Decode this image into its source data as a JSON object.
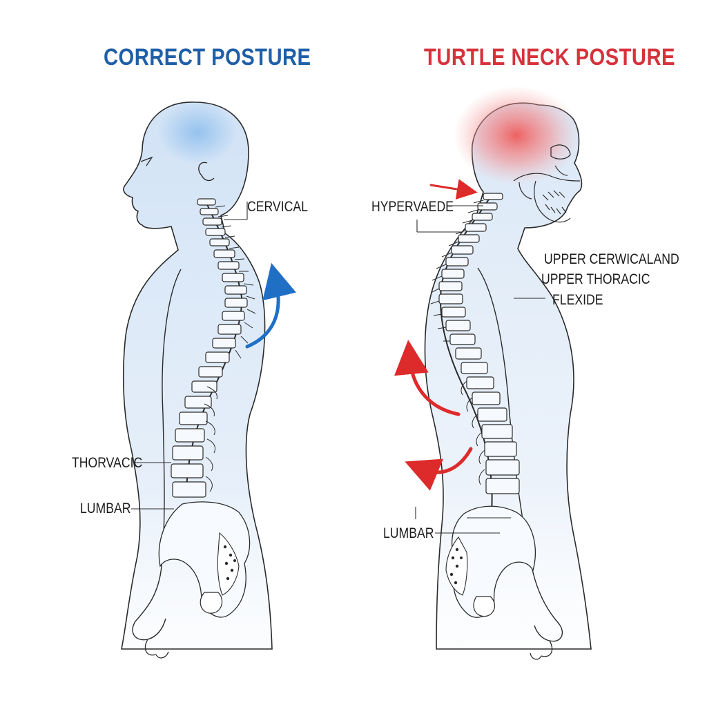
{
  "titles": {
    "correct": "CORRECT POSTURE",
    "turtle": "TURTLE NECK POSTURE"
  },
  "colors": {
    "correct_title": "#1f5fa8",
    "turtle_title": "#d6323c",
    "body_tint": "#cfe1f5",
    "glow_blue": "#8fbfee",
    "glow_red": "#f07070",
    "arrow_blue": "#1f6fc4",
    "arrow_red": "#dd2a2a",
    "outline": "#2a2a2a"
  },
  "labels": {
    "left": {
      "cervical": "CERVICAL",
      "thoracic": "THORVACIC",
      "lumbar": "LUMBAR"
    },
    "right": {
      "hyper": "HYPERVAEDE",
      "upper_line1": "UPPER CERWICALAND",
      "upper_line2": "UPPER THORACIC",
      "flexion": "FLEXIDE",
      "lumbar": "LUMBAR"
    }
  },
  "icons": {
    "correct_arrow": "curved-arrow-up-icon",
    "turtle_arrows": "curved-arrow-icon"
  }
}
